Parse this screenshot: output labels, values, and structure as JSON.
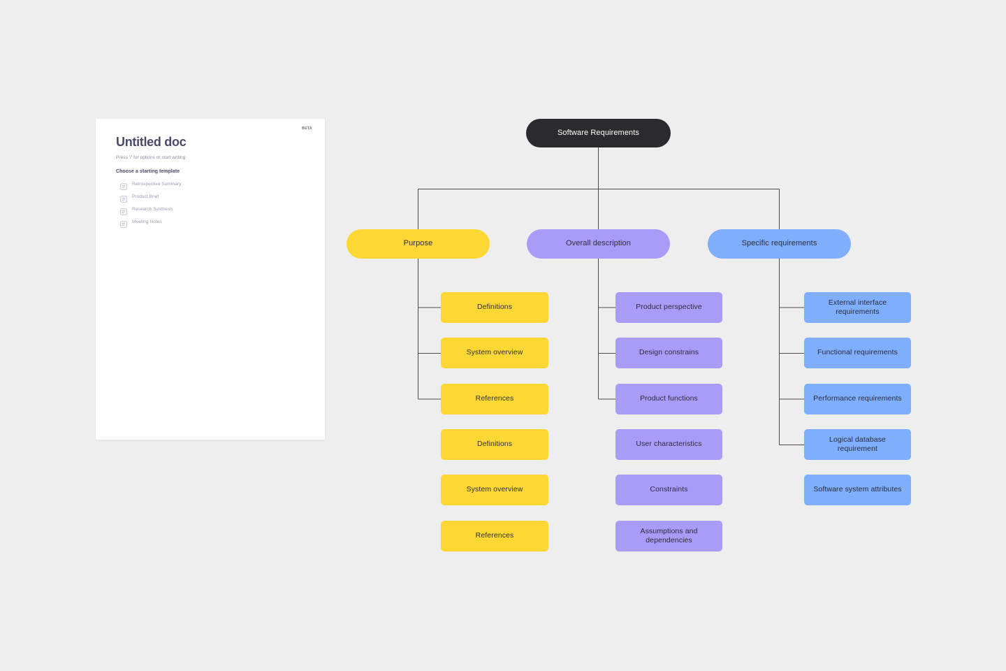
{
  "doc_card": {
    "badge": "BETA",
    "title": "Untitled doc",
    "hint": "Press '/' for options or start writing",
    "section_title": "Choose a starting template",
    "templates": [
      {
        "label": "Retrospective Summary",
        "icon": "document-icon"
      },
      {
        "label": "Product Brief",
        "icon": "document-icon"
      },
      {
        "label": "Research Synthesis",
        "icon": "document-icon"
      },
      {
        "label": "Meeting Notes",
        "icon": "document-icon"
      }
    ]
  },
  "mindmap": {
    "root": {
      "label": "Software Requirements",
      "color": "#2b2b2d"
    },
    "branches": [
      {
        "label": "Purpose",
        "color": "#fdd835"
      },
      {
        "label": "Overall description",
        "color": "#a99cf9"
      },
      {
        "label": "Specific requirements",
        "color": "#7eaefc"
      }
    ],
    "columns": [
      {
        "branch": "Purpose",
        "color": "#fdd835",
        "leaves": [
          "Definitions",
          "System overview",
          "References",
          "Definitions",
          "System overview",
          "References"
        ]
      },
      {
        "branch": "Overall description",
        "color": "#a99cf9",
        "leaves": [
          "Product perspective",
          "Design constrains",
          "Product functions",
          "User characteristics",
          "Constraints",
          "Assumptions and dependencies"
        ]
      },
      {
        "branch": "Specific requirements",
        "color": "#7eaefc",
        "leaves": [
          "External interface requirements",
          "Functional requirements",
          "Performance requirements",
          "Logical database requirement",
          "Software system attributes"
        ]
      }
    ]
  },
  "colors": {
    "background": "#eeeeef",
    "card": "#ffffff",
    "root_node": "#2b2b2d",
    "yellow": "#fdd835",
    "purple": "#a99cf9",
    "blue": "#7eaefc",
    "edge": "#4a4a4a",
    "title_text": "#4a4a68",
    "muted_text": "#9b9dae"
  }
}
